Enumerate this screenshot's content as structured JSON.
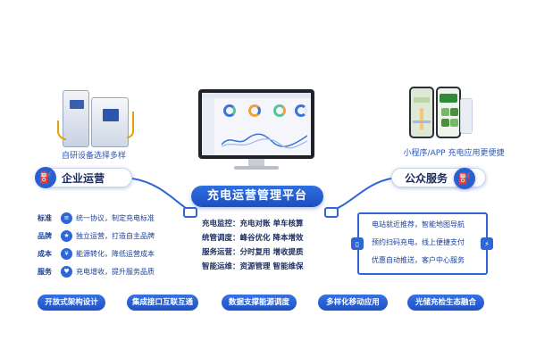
{
  "top_left": {
    "caption": "自研设备选择多样"
  },
  "top_right": {
    "caption": "小程序/APP 充电应用更便捷"
  },
  "platform": {
    "title": "充电运营管理平台",
    "features": [
      "充电监控：充电对账  单车核算",
      "统管调度：峰谷优化  降本增效",
      "服务运营：分时复用  增收提质",
      "智能运维：资源管理  智能维保"
    ]
  },
  "enterprise": {
    "title": "企业运营",
    "rows": [
      {
        "key": "标准",
        "value": "统一协议，制定充电标准"
      },
      {
        "key": "品牌",
        "value": "独立运营，打造自主品牌"
      },
      {
        "key": "成本",
        "value": "能源转化，降低运营成本"
      },
      {
        "key": "服务",
        "value": "充电增收，提升服务品质"
      }
    ]
  },
  "public": {
    "title": "公众服务",
    "items": [
      "电站就近推荐，智能地图导航",
      "预约扫码充电，线上便捷支付",
      "优惠自动推送，客户中心服务"
    ]
  },
  "bottom_tags": [
    "开放式架构设计",
    "集成接口互联互通",
    "数据支撑能源调度",
    "多样化移动应用",
    "光储充检生态融合"
  ],
  "colors": {
    "primary": "#2a5fd3",
    "text": "#1b3f99",
    "accent_cable": "#e0a500"
  }
}
